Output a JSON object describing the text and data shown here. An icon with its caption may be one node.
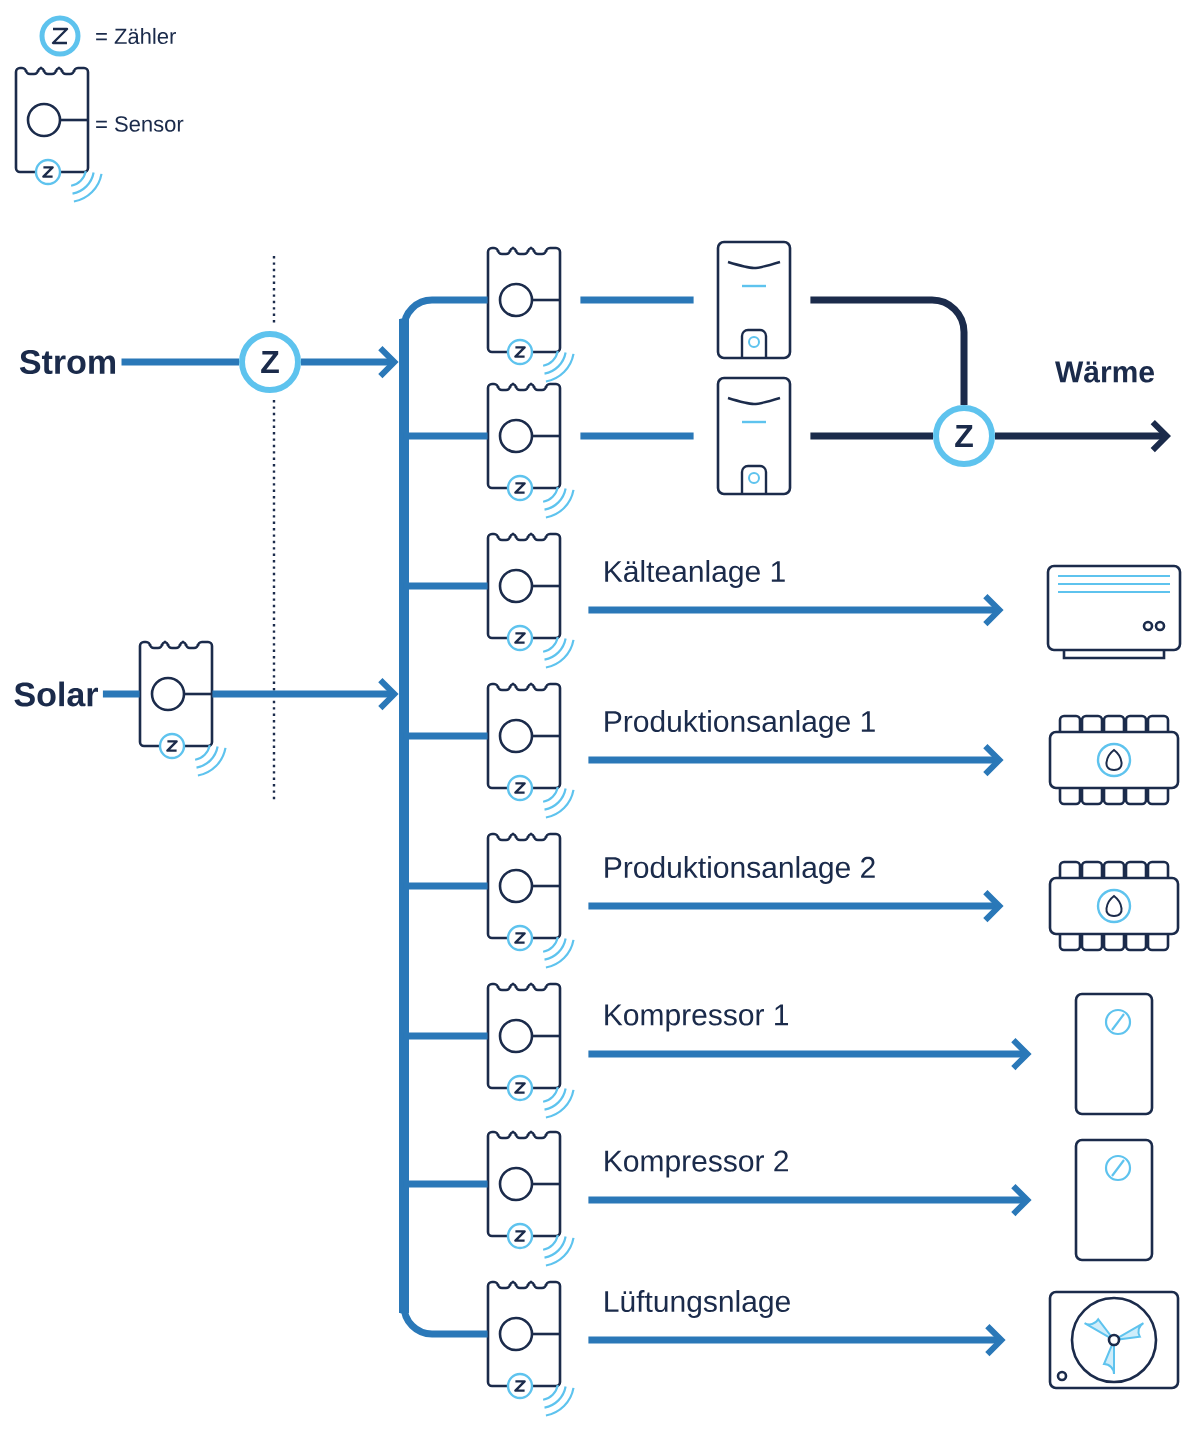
{
  "diagram": {
    "nodes": [
      {
        "text": [
          "Strom"
        ]
      },
      {
        "text": [
          "Z"
        ]
      },
      {
        "text": [
          "Solar"
        ]
      },
      {
        "text": [],
        "shape": "picture"
      },
      {
        "text": [],
        "shape": "bar"
      },
      {
        "text": [],
        "shape": "picture"
      },
      {
        "text": [],
        "shape": "picture"
      },
      {
        "text": [],
        "shape": "picture"
      },
      {
        "text": [],
        "shape": "picture"
      },
      {
        "text": [],
        "shape": "picture"
      },
      {
        "text": [],
        "shape": "picture"
      },
      {
        "text": [],
        "shape": "picture"
      },
      {
        "text": [],
        "shape": "picture"
      },
      {
        "text": [],
        "shape": "picture"
      },
      {
        "text": [],
        "shape": "picture"
      },
      {
        "text": [
          "Z"
        ]
      },
      {
        "text": [],
        "shape": "picture"
      },
      {
        "text": [],
        "shape": "picture"
      },
      {
        "text": [],
        "shape": "picture"
      },
      {
        "text": [],
        "shape": "picture"
      },
      {
        "text": [],
        "shape": "picture"
      },
      {
        "text": [],
        "shape": "picture"
      }
    ],
    "edges": [
      {
        "from": 0,
        "to": 1,
        "arrow": "none"
      },
      {
        "from": 1,
        "to": 4,
        "arrow": "to"
      },
      {
        "from": 2,
        "to": 3,
        "arrow": "none"
      },
      {
        "from": 3,
        "to": 4,
        "arrow": "to"
      },
      {
        "from": 4,
        "to": 5,
        "arrow": "none"
      },
      {
        "from": 4,
        "to": 6,
        "arrow": "none"
      },
      {
        "from": 4,
        "to": 7,
        "arrow": "none"
      },
      {
        "from": 4,
        "to": 8,
        "arrow": "none"
      },
      {
        "from": 4,
        "to": 9,
        "arrow": "none"
      },
      {
        "from": 4,
        "to": 10,
        "arrow": "none"
      },
      {
        "from": 4,
        "to": 11,
        "arrow": "none"
      },
      {
        "from": 4,
        "to": 12,
        "arrow": "none"
      },
      {
        "from": 5,
        "to": 13,
        "arrow": "none"
      },
      {
        "from": 6,
        "to": 14,
        "arrow": "none"
      },
      {
        "from": 13,
        "to": 15,
        "arrow": "none",
        "color": "#1b2b4b"
      },
      {
        "from": 14,
        "to": 15,
        "arrow": "none",
        "color": "#1b2b4b"
      },
      {
        "from": 15,
        "to": null,
        "arrow": "to",
        "label": "Wärme",
        "color": "#1b2b4b"
      },
      {
        "from": 7,
        "to": 16,
        "arrow": "to",
        "label": "Kälteanlage 1"
      },
      {
        "from": 8,
        "to": 17,
        "arrow": "to",
        "label": "Produktionsanlage 1"
      },
      {
        "from": 9,
        "to": 18,
        "arrow": "to",
        "label": "Produktionsanlage 2"
      },
      {
        "from": 10,
        "to": 19,
        "arrow": "to",
        "label": "Kompressor 1"
      },
      {
        "from": 11,
        "to": 20,
        "arrow": "to",
        "label": "Kompressor 2"
      },
      {
        "from": 12,
        "to": 21,
        "arrow": "to",
        "label": "Lüftungsnlage"
      }
    ],
    "legend": [
      {
        "text": "= Zähler"
      },
      {
        "text": "= Sensor"
      }
    ]
  }
}
